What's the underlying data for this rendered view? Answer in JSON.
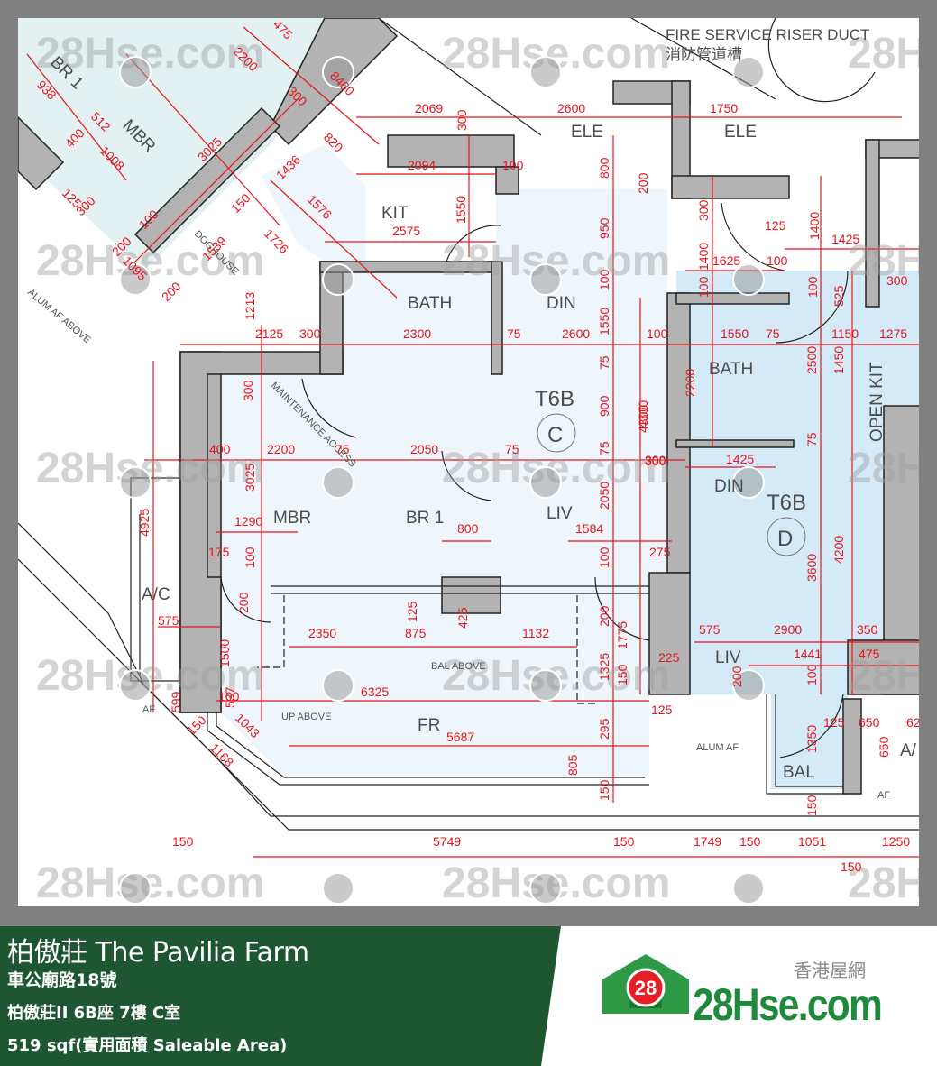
{
  "info": {
    "title": "柏傲莊 The Pavilia Farm",
    "address": "車公廟路18號",
    "unit": "柏傲莊II 6B座 7樓 C室",
    "area": "519 sqf(實用面積 Saleable Area)"
  },
  "logo": {
    "chinese": "香港屋網",
    "brand": "28Hse.com",
    "badge": "28",
    "brand_color": "#1f8a3c",
    "badge_color": "#e31e24"
  },
  "colors": {
    "frame": "#808080",
    "panel": "#1e5631",
    "dimension": "#e8141c",
    "wall": "#b3b3b3",
    "unit_c_fill": "#eef6fb",
    "unit_d_fill": "#d4ebf7"
  },
  "watermark": "28Hse.com",
  "plan": {
    "notes": {
      "fire_duct_en": "FIRE SERVICE RISER DUCT",
      "fire_duct_zh": "消防管道槽",
      "maintenance": "MAINTENANCE ACCESS",
      "doghouse": "DOGHOUSE",
      "alum_af_above": "ALUM AF ABOVE",
      "bal_above": "BAL ABOVE",
      "up_above": "UP ABOVE",
      "alum_af": "ALUM AF",
      "af1": "AF",
      "af2": "AF"
    },
    "rooms": {
      "br1_top": "BR 1",
      "mbr_top": "MBR",
      "ele1": "ELE",
      "ele2": "ELE",
      "kit": "KIT",
      "bath_c": "BATH",
      "din_c": "DIN",
      "unit_c": "T6B",
      "unit_c_letter": "C",
      "mbr": "MBR",
      "br1": "BR 1",
      "liv_c": "LIV",
      "ac": "A/C",
      "fr": "FR",
      "bath_d": "BATH",
      "din_d": "DIN",
      "unit_d": "T6B",
      "unit_d_letter": "D",
      "open_kit": "OPEN KIT",
      "liv_d": "LIV",
      "bal": "BAL",
      "ac_d": "A/"
    },
    "dims": {
      "d938": "938",
      "d512": "512",
      "d400a": "400",
      "d1008": "1008",
      "d3025a": "3025",
      "d300a": "300",
      "d2200a": "2200",
      "d475": "475",
      "d8460": "8460",
      "d820": "820",
      "d1436": "1436",
      "d1576": "1576",
      "d1726": "1726",
      "d150a": "150",
      "d1539": "1539",
      "d1213": "1213",
      "d125a": "125",
      "d300b": "300",
      "d200a": "200",
      "d1095": "1095",
      "d200b": "200",
      "d100a": "100",
      "d2069": "2069",
      "d300c": "300",
      "d2600a": "2600",
      "d1750": "1750",
      "d2094": "2094",
      "d100b": "100",
      "d800": "800",
      "d200c": "200",
      "d1550a": "1550",
      "d2575": "2575",
      "d950": "950",
      "d100c": "100",
      "d300d": "300",
      "d1400a": "1400",
      "d125b": "125",
      "d1400b": "1400",
      "d1425a": "1425",
      "d1625": "1625",
      "d100d": "100",
      "d100e": "100",
      "d525": "525",
      "d300e": "300",
      "d1550b": "1550",
      "d100f": "100",
      "d2125": "2125",
      "d300f": "300",
      "d2300": "2300",
      "d75a": "75",
      "d2600b": "2600",
      "d100g": "100",
      "d1550c": "1550",
      "d75b": "75",
      "d1150": "1150",
      "d1275": "1275",
      "d75c": "75",
      "d900": "900",
      "d4300a": "4300",
      "d75d": "75",
      "d300g": "300",
      "d2050a": "2050",
      "d300h": "300",
      "d3025b": "3025",
      "d400b": "400",
      "d2200b": "2200",
      "d75e": "75",
      "d2050b": "2050",
      "d75f": "75",
      "d4925": "4925",
      "d1290": "1290",
      "d175": "175",
      "d100h": "100",
      "d800b": "800",
      "d1584": "1584",
      "d100i": "100",
      "d275": "275",
      "d2200c": "2200",
      "d2500": "2500",
      "d1450": "1450",
      "d75g": "75",
      "d1425b": "1425",
      "d300i": "300",
      "d4300b": "4300",
      "d3600": "3600",
      "d4200": "4200",
      "d200d": "200",
      "d575a": "575",
      "d125c": "125",
      "d425": "425",
      "d2350": "2350",
      "d875": "875",
      "d1132": "1132",
      "d1500": "1500",
      "d200e": "200",
      "d1775": "1775",
      "d225": "225",
      "d1325": "1325",
      "d150b": "150",
      "d6325": "6325",
      "d100j": "100",
      "d537": "537",
      "d599": "599",
      "d1043": "1043",
      "d150c": "150",
      "d1168": "1168",
      "d5687": "5687",
      "d295": "295",
      "d805": "805",
      "d150d": "150",
      "d125d": "125",
      "d575b": "575",
      "d2900": "2900",
      "d350": "350",
      "d1441": "1441",
      "d475b": "475",
      "d200f": "200",
      "d100k": "100",
      "d1350": "1350",
      "d125e": "125",
      "d650a": "650",
      "d650b": "650",
      "d62": "62",
      "d150e": "150",
      "d150f": "150",
      "d5749": "5749",
      "d150g": "150",
      "d1749": "1749",
      "d150h": "150",
      "d1051": "1051",
      "d150i": "150",
      "d1250": "1250"
    }
  }
}
